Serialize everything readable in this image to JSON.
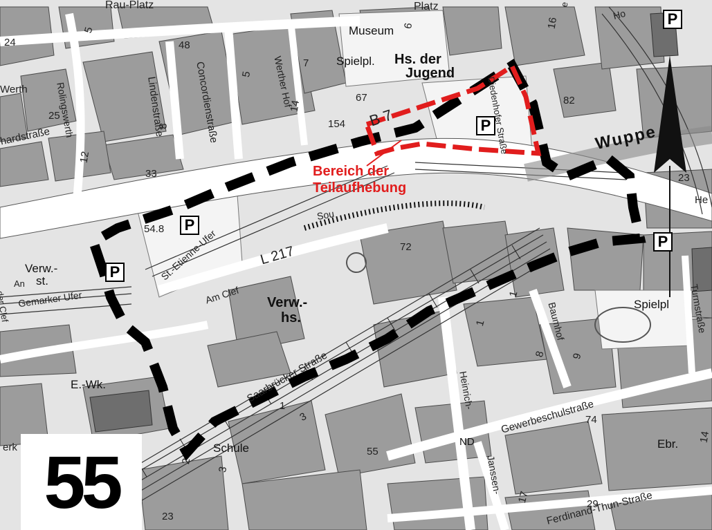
{
  "map": {
    "sheet_number": "55",
    "area_label": {
      "line1": "Bereich der",
      "line2": "Teilaufhebung",
      "color": "#e11d1d"
    },
    "poi": {
      "museum": "Museum",
      "hs_jugend_1": "Hs. der",
      "hs_jugend_2": "Jugend",
      "spielpl_1": "Spielpl.",
      "spielpl_2": "Spielpl",
      "verw_st_1": "Verw.-",
      "verw_st_2": "st.",
      "verw_hs_1": "Verw.-",
      "verw_hs_2": "hs.",
      "ewk": "E.-Wk.",
      "schule": "Schule",
      "ebr": "Ebr.",
      "nd": "ND",
      "wupper": "Wuppe"
    },
    "streets": {
      "rau_platz": "Rau-Platz",
      "platz": "Platz",
      "concordienstrasse": "Concordienstraße",
      "werther_hof": "Werther Hof",
      "lindenstrasse": "Lindenstraße",
      "rolingswerth": "Rolingswerth",
      "werth": "Werth",
      "hardstrasse": "hardstraße",
      "diedenhofer": "Diedenhofer Straße",
      "st_etienne": "St.-Etienne-Ufer",
      "am_clef": "Am Clef",
      "an_der_clef_1": "An",
      "an_der_clef_2": "der Clef",
      "gemarker_ufer": "Gemarker Ufer",
      "saarbruecker": "Saarbrücker Straße",
      "heinrich": "Heinrich-",
      "janssen": "Janssen-",
      "baumhof": "Baumhof",
      "gewerbeschulstrasse": "Gewerbeschulstraße",
      "ferdinand_thun": "Ferdinand-Thun-Straße",
      "turmstrasse": "Turmstraße",
      "he": "He",
      "ho": "Ho",
      "sou": "Sou",
      "l217": "L 217",
      "b7": "B 7",
      "erk": "erk",
      "e_left": "e"
    },
    "house_numbers": [
      "5",
      "48",
      "24",
      "25",
      "12",
      "8",
      "5",
      "7",
      "14",
      "67",
      "154",
      "16",
      "82",
      "33",
      "54.8",
      "72",
      "23",
      "1",
      "8",
      "9",
      "1",
      "74",
      "55",
      "3",
      "2",
      "17",
      "29",
      "23",
      "1",
      "14",
      "6",
      "3"
    ],
    "parking_label": "P"
  }
}
